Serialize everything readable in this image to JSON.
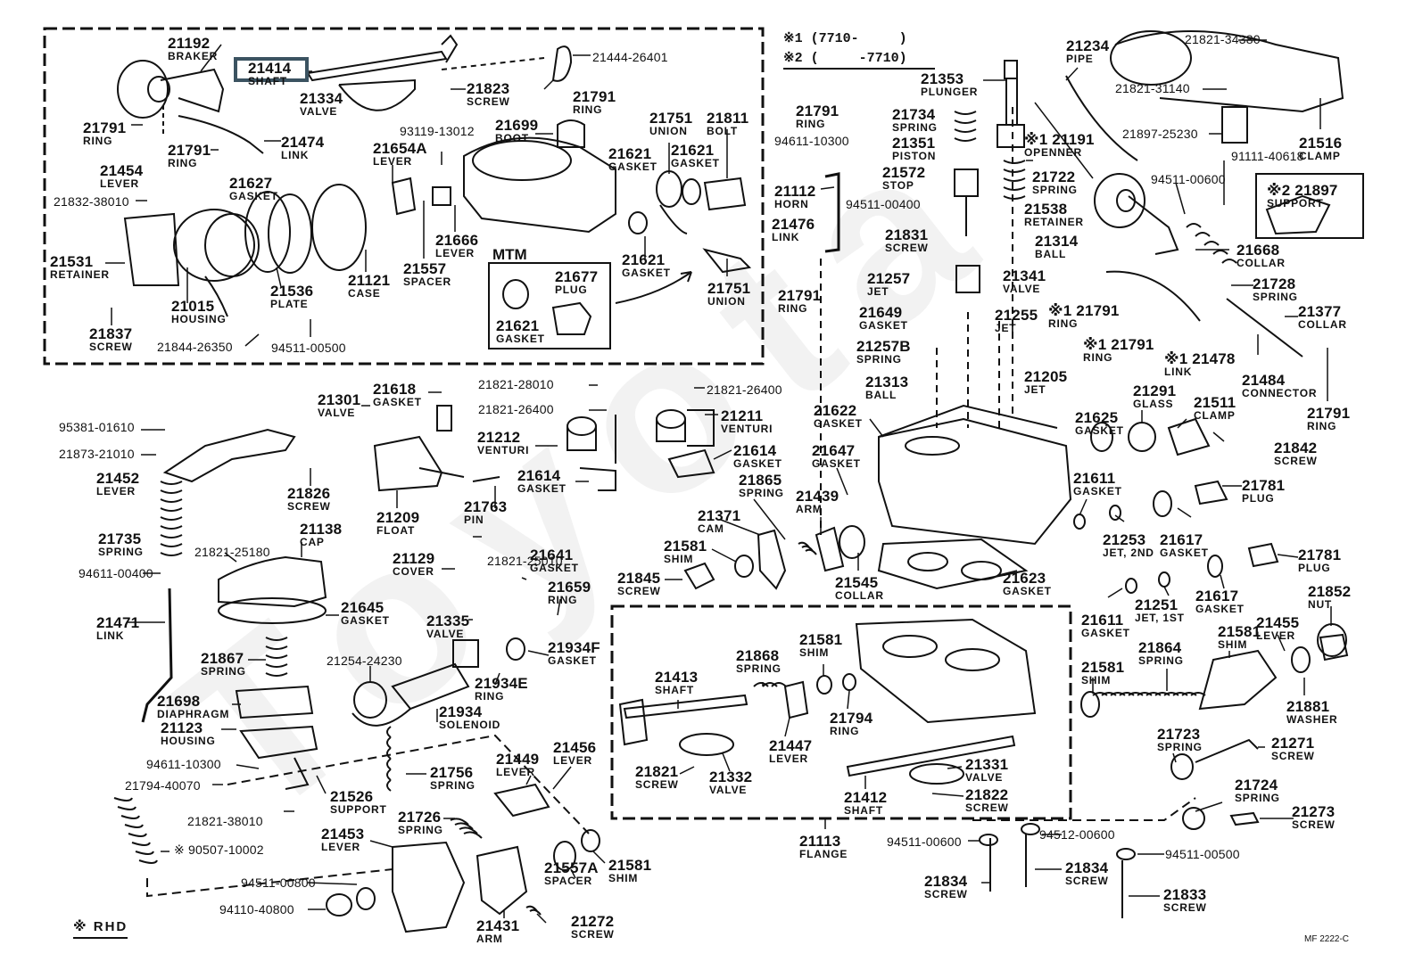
{
  "diagram": {
    "title": "Carburetor exploded parts diagram",
    "figure_id": "MF 2222-C",
    "highlighted_part": "21414",
    "highlight_color": "#3b5361",
    "watermark": "Toyota",
    "legend": {
      "note1": "※1 (7710-     )",
      "note2": "※2 (     -7710)",
      "rhd_note": "※  RHD",
      "mtm_box": "MTM"
    }
  },
  "parts": [
    {
      "id": "p1",
      "num": "21192",
      "name": "BRAKER"
    },
    {
      "id": "p2",
      "num": "21414",
      "name": "SHAFT"
    },
    {
      "id": "p3",
      "num": "21444-26401",
      "name": ""
    },
    {
      "id": "p4",
      "num": "21334",
      "name": "VALVE"
    },
    {
      "id": "p5",
      "num": "21823",
      "name": "SCREW"
    },
    {
      "id": "p6",
      "num": "21791",
      "name": "RING"
    },
    {
      "id": "p7",
      "num": "21791",
      "name": "RING"
    },
    {
      "id": "p8",
      "num": "21474",
      "name": "LINK"
    },
    {
      "id": "p9",
      "num": "21791",
      "name": "RING"
    },
    {
      "id": "p10",
      "num": "93119-13012",
      "name": ""
    },
    {
      "id": "p11",
      "num": "21699",
      "name": "BOOT"
    },
    {
      "id": "p12",
      "num": "21751",
      "name": "UNION"
    },
    {
      "id": "p13",
      "num": "21811",
      "name": "BOLT"
    },
    {
      "id": "p14",
      "num": "21654A",
      "name": "LEVER"
    },
    {
      "id": "p15",
      "num": "21621",
      "name": "GASKET"
    },
    {
      "id": "p16",
      "num": "21621",
      "name": "GASKET"
    },
    {
      "id": "p17",
      "num": "21454",
      "name": "LEVER"
    },
    {
      "id": "p18",
      "num": "21627",
      "name": "GASKET"
    },
    {
      "id": "p19",
      "num": "21832-38010",
      "name": ""
    },
    {
      "id": "p20",
      "num": "21531",
      "name": "RETAINER"
    },
    {
      "id": "p21",
      "num": "21015",
      "name": "HOUSING"
    },
    {
      "id": "p22",
      "num": "21536",
      "name": "PLATE"
    },
    {
      "id": "p23",
      "num": "21121",
      "name": "CASE"
    },
    {
      "id": "p24",
      "num": "21557",
      "name": "SPACER"
    },
    {
      "id": "p25",
      "num": "21666",
      "name": "LEVER"
    },
    {
      "id": "p26",
      "num": "21621",
      "name": "GASKET"
    },
    {
      "id": "p27",
      "num": "21677",
      "name": "PLUG"
    },
    {
      "id": "p28",
      "num": "21621",
      "name": "GASKET"
    },
    {
      "id": "p29",
      "num": "21751",
      "name": "UNION"
    },
    {
      "id": "p30",
      "num": "21837",
      "name": "SCREW"
    },
    {
      "id": "p31",
      "num": "21844-26350",
      "name": ""
    },
    {
      "id": "p32",
      "num": "94511-00500",
      "name": ""
    },
    {
      "id": "p33",
      "num": "21353",
      "name": "PLUNGER"
    },
    {
      "id": "p34",
      "num": "21791",
      "name": "RING"
    },
    {
      "id": "p35",
      "num": "21734",
      "name": "SPRING"
    },
    {
      "id": "p36",
      "num": "94611-10300",
      "name": ""
    },
    {
      "id": "p37",
      "num": "21351",
      "name": "PISTON"
    },
    {
      "id": "p38",
      "num": "21191",
      "name": "OPENNER",
      "mark": "※1"
    },
    {
      "id": "p39",
      "num": "21572",
      "name": "STOP"
    },
    {
      "id": "p40",
      "num": "21722",
      "name": "SPRING"
    },
    {
      "id": "p41",
      "num": "21112",
      "name": "HORN"
    },
    {
      "id": "p42",
      "num": "21476",
      "name": "LINK"
    },
    {
      "id": "p43",
      "num": "94511-00400",
      "name": ""
    },
    {
      "id": "p44",
      "num": "21538",
      "name": "RETAINER"
    },
    {
      "id": "p45",
      "num": "21831",
      "name": "SCREW"
    },
    {
      "id": "p46",
      "num": "21314",
      "name": "BALL"
    },
    {
      "id": "p47",
      "num": "21791",
      "name": "RING"
    },
    {
      "id": "p48",
      "num": "21257",
      "name": "JET"
    },
    {
      "id": "p49",
      "num": "21341",
      "name": "VALVE"
    },
    {
      "id": "p50",
      "num": "21649",
      "name": "GASKET"
    },
    {
      "id": "p51",
      "num": "21255",
      "name": "JET"
    },
    {
      "id": "p52",
      "num": "21257B",
      "name": "SPRING"
    },
    {
      "id": "p53",
      "num": "21313",
      "name": "BALL"
    },
    {
      "id": "p54",
      "num": "21205",
      "name": "JET"
    },
    {
      "id": "p55",
      "num": "21234",
      "name": "PIPE"
    },
    {
      "id": "p56",
      "num": "21821-34380",
      "name": ""
    },
    {
      "id": "p57",
      "num": "21821-31140",
      "name": ""
    },
    {
      "id": "p58",
      "num": "21897-25230",
      "name": ""
    },
    {
      "id": "p59",
      "num": "21516",
      "name": "CLAMP"
    },
    {
      "id": "p60",
      "num": "91111-40618",
      "name": ""
    },
    {
      "id": "p61",
      "num": "94511-00600",
      "name": ""
    },
    {
      "id": "p62",
      "num": "21897",
      "name": "SUPPORT",
      "mark": "※2"
    },
    {
      "id": "p63",
      "num": "21668",
      "name": "COLLAR"
    },
    {
      "id": "p64",
      "num": "21728",
      "name": "SPRING"
    },
    {
      "id": "p65",
      "num": "21791",
      "name": "RING",
      "mark": "※1"
    },
    {
      "id": "p66",
      "num": "21377",
      "name": "COLLAR"
    },
    {
      "id": "p67",
      "num": "21791",
      "name": "RING",
      "mark": "※1"
    },
    {
      "id": "p68",
      "num": "21478",
      "name": "LINK",
      "mark": "※1"
    },
    {
      "id": "p69",
      "num": "21484",
      "name": "CONNECTOR"
    },
    {
      "id": "p70",
      "num": "21791",
      "name": "RING"
    },
    {
      "id": "p71",
      "num": "95381-01610",
      "name": ""
    },
    {
      "id": "p72",
      "num": "21873-21010",
      "name": ""
    },
    {
      "id": "p73",
      "num": "21452",
      "name": "LEVER"
    },
    {
      "id": "p74",
      "num": "21826",
      "name": "SCREW"
    },
    {
      "id": "p75",
      "num": "21301",
      "name": "VALVE"
    },
    {
      "id": "p76",
      "num": "21618",
      "name": "GASKET"
    },
    {
      "id": "p77",
      "num": "21209",
      "name": "FLOAT"
    },
    {
      "id": "p78",
      "num": "21763",
      "name": "PIN"
    },
    {
      "id": "p79",
      "num": "21821-28010",
      "name": ""
    },
    {
      "id": "p80",
      "num": "21821-26400",
      "name": ""
    },
    {
      "id": "p81",
      "num": "21212",
      "name": "VENTURI"
    },
    {
      "id": "p82",
      "num": "21614",
      "name": "GASKET"
    },
    {
      "id": "p83",
      "num": "21821-26400",
      "name": ""
    },
    {
      "id": "p84",
      "num": "21211",
      "name": "VENTURI"
    },
    {
      "id": "p85",
      "num": "21614",
      "name": "GASKET"
    },
    {
      "id": "p86",
      "num": "21865",
      "name": "SPRING"
    },
    {
      "id": "p87",
      "num": "21371",
      "name": "CAM"
    },
    {
      "id": "p88",
      "num": "21581",
      "name": "SHIM"
    },
    {
      "id": "p89",
      "num": "21845",
      "name": "SCREW"
    },
    {
      "id": "p90",
      "num": "21439",
      "name": "ARM"
    },
    {
      "id": "p91",
      "num": "21647",
      "name": "GASKET"
    },
    {
      "id": "p92",
      "num": "21545",
      "name": "COLLAR"
    },
    {
      "id": "p93",
      "num": "21622",
      "name": "GASKET"
    },
    {
      "id": "p94",
      "num": "21623",
      "name": "GASKET"
    },
    {
      "id": "p95",
      "num": "21625",
      "name": "GASKET"
    },
    {
      "id": "p96",
      "num": "21291",
      "name": "GLASS"
    },
    {
      "id": "p97",
      "num": "21511",
      "name": "CLAMP"
    },
    {
      "id": "p98",
      "num": "21842",
      "name": "SCREW"
    },
    {
      "id": "p99",
      "num": "21611",
      "name": "GASKET"
    },
    {
      "id": "p100",
      "num": "21781",
      "name": "PLUG"
    },
    {
      "id": "p101",
      "num": "21253",
      "name": "JET, 2ND"
    },
    {
      "id": "p102",
      "num": "21617",
      "name": "GASKET"
    },
    {
      "id": "p103",
      "num": "21781",
      "name": "PLUG"
    },
    {
      "id": "p104",
      "num": "21611",
      "name": "GASKET"
    },
    {
      "id": "p105",
      "num": "21251",
      "name": "JET, 1ST"
    },
    {
      "id": "p106",
      "num": "21617",
      "name": "GASKET"
    },
    {
      "id": "p107",
      "num": "21852",
      "name": "NUT"
    },
    {
      "id": "p108",
      "num": "21455",
      "name": "LEVER"
    },
    {
      "id": "p109",
      "num": "21581",
      "name": "SHIM"
    },
    {
      "id": "p110",
      "num": "21581",
      "name": "SHIM"
    },
    {
      "id": "p111",
      "num": "21864",
      "name": "SPRING"
    },
    {
      "id": "p112",
      "num": "21881",
      "name": "WASHER"
    },
    {
      "id": "p113",
      "num": "21723",
      "name": "SPRING"
    },
    {
      "id": "p114",
      "num": "21271",
      "name": "SCREW"
    },
    {
      "id": "p115",
      "num": "21724",
      "name": "SPRING"
    },
    {
      "id": "p116",
      "num": "21273",
      "name": "SCREW"
    },
    {
      "id": "p117",
      "num": "21821-25180",
      "name": ""
    },
    {
      "id": "p118",
      "num": "21138",
      "name": "CAP"
    },
    {
      "id": "p119",
      "num": "21735",
      "name": "SPRING"
    },
    {
      "id": "p120",
      "num": "94611-00400",
      "name": ""
    },
    {
      "id": "p121",
      "num": "21471",
      "name": "LINK"
    },
    {
      "id": "p122",
      "num": "21645",
      "name": "GASKET"
    },
    {
      "id": "p123",
      "num": "21821-25010",
      "name": ""
    },
    {
      "id": "p124",
      "num": "21129",
      "name": "COVER"
    },
    {
      "id": "p125",
      "num": "21641",
      "name": "GASKET"
    },
    {
      "id": "p126",
      "num": "21659",
      "name": "RING"
    },
    {
      "id": "p127",
      "num": "21335",
      "name": "VALVE"
    },
    {
      "id": "p128",
      "num": "21934F",
      "name": "GASKET"
    },
    {
      "id": "p129",
      "num": "21867",
      "name": "SPRING"
    },
    {
      "id": "p130",
      "num": "21254-24230",
      "name": ""
    },
    {
      "id": "p131",
      "num": "21934E",
      "name": "RING"
    },
    {
      "id": "p132",
      "num": "21934",
      "name": "SOLENOID"
    },
    {
      "id": "p133",
      "num": "21698",
      "name": "DIAPHRAGM"
    },
    {
      "id": "p134",
      "num": "21123",
      "name": "HOUSING"
    },
    {
      "id": "p135",
      "num": "94611-10300",
      "name": ""
    },
    {
      "id": "p136",
      "num": "21794-40070",
      "name": ""
    },
    {
      "id": "p137",
      "num": "21526",
      "name": "SUPPORT"
    },
    {
      "id": "p138",
      "num": "21821-38010",
      "name": ""
    },
    {
      "id": "p139",
      "num": "90507-10002",
      "name": "",
      "mark": "※"
    },
    {
      "id": "p140",
      "num": "21756",
      "name": "SPRING"
    },
    {
      "id": "p141",
      "num": "21449",
      "name": "LEVER"
    },
    {
      "id": "p142",
      "num": "21456",
      "name": "LEVER"
    },
    {
      "id": "p143",
      "num": "21726",
      "name": "SPRING"
    },
    {
      "id": "p144",
      "num": "21453",
      "name": "LEVER"
    },
    {
      "id": "p145",
      "num": "94511-00800",
      "name": ""
    },
    {
      "id": "p146",
      "num": "94110-40800",
      "name": ""
    },
    {
      "id": "p147",
      "num": "21431",
      "name": "ARM"
    },
    {
      "id": "p148",
      "num": "21557A",
      "name": "SPACER"
    },
    {
      "id": "p149",
      "num": "21581",
      "name": "SHIM"
    },
    {
      "id": "p150",
      "num": "21272",
      "name": "SCREW"
    },
    {
      "id": "p151",
      "num": "21413",
      "name": "SHAFT"
    },
    {
      "id": "p152",
      "num": "21868",
      "name": "SPRING"
    },
    {
      "id": "p153",
      "num": "21581",
      "name": "SHIM"
    },
    {
      "id": "p154",
      "num": "21794",
      "name": "RING"
    },
    {
      "id": "p155",
      "num": "21447",
      "name": "LEVER"
    },
    {
      "id": "p156",
      "num": "21821",
      "name": "SCREW"
    },
    {
      "id": "p157",
      "num": "21332",
      "name": "VALVE"
    },
    {
      "id": "p158",
      "num": "21331",
      "name": "VALVE"
    },
    {
      "id": "p159",
      "num": "21412",
      "name": "SHAFT"
    },
    {
      "id": "p160",
      "num": "21822",
      "name": "SCREW"
    },
    {
      "id": "p161",
      "num": "21113",
      "name": "FLANGE"
    },
    {
      "id": "p162",
      "num": "94511-00600",
      "name": ""
    },
    {
      "id": "p163",
      "num": "94512-00600",
      "name": ""
    },
    {
      "id": "p164",
      "num": "94511-00500",
      "name": ""
    },
    {
      "id": "p165",
      "num": "21834",
      "name": "SCREW"
    },
    {
      "id": "p166",
      "num": "21834",
      "name": "SCREW"
    },
    {
      "id": "p167",
      "num": "21833",
      "name": "SCREW"
    }
  ]
}
